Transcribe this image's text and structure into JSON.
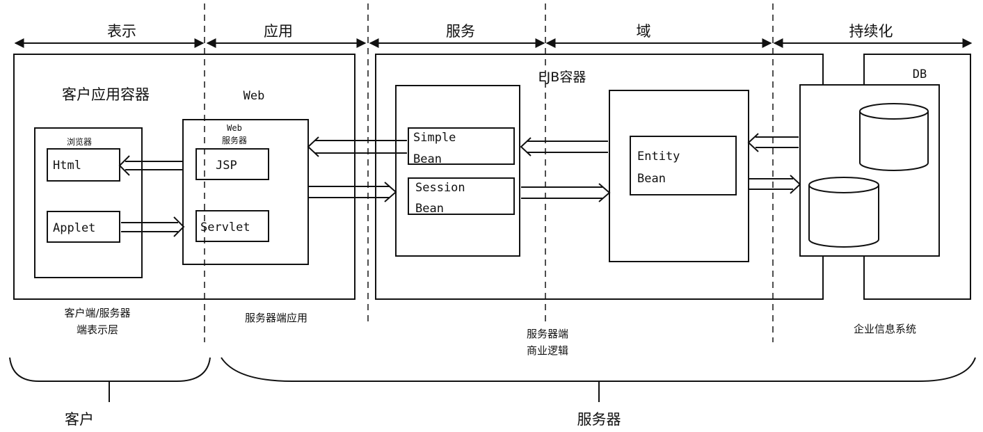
{
  "tiers": {
    "presentation": "表示",
    "application": "应用",
    "service": "服务",
    "domain": "域",
    "persistence": "持续化"
  },
  "client_container": {
    "title": "客户应用容器",
    "browser_label": "浏览器",
    "html": "Html",
    "applet": "Applet",
    "caption_line1": "客户端/服务器",
    "caption_line2": "端表示层"
  },
  "web_container": {
    "title": "Web",
    "server_label_line1": "Web",
    "server_label_line2": "服务器",
    "jsp": "JSP",
    "servlet": "Servlet",
    "caption": "服务器端应用"
  },
  "ejb_container": {
    "title": "EJB容器",
    "simple_bean_line1": "Simple",
    "simple_bean_line2": "Bean",
    "session_bean_line1": "Session",
    "session_bean_line2": "Bean",
    "entity_bean_line1": "Entity",
    "entity_bean_line2": "Bean",
    "caption_line1": "服务器端",
    "caption_line2": "商业逻辑"
  },
  "db_container": {
    "title": "DB",
    "caption": "企业信息系统"
  },
  "bottom": {
    "client": "客户",
    "server": "服务器"
  },
  "colors": {
    "line": "#111111",
    "background": "#ffffff"
  }
}
